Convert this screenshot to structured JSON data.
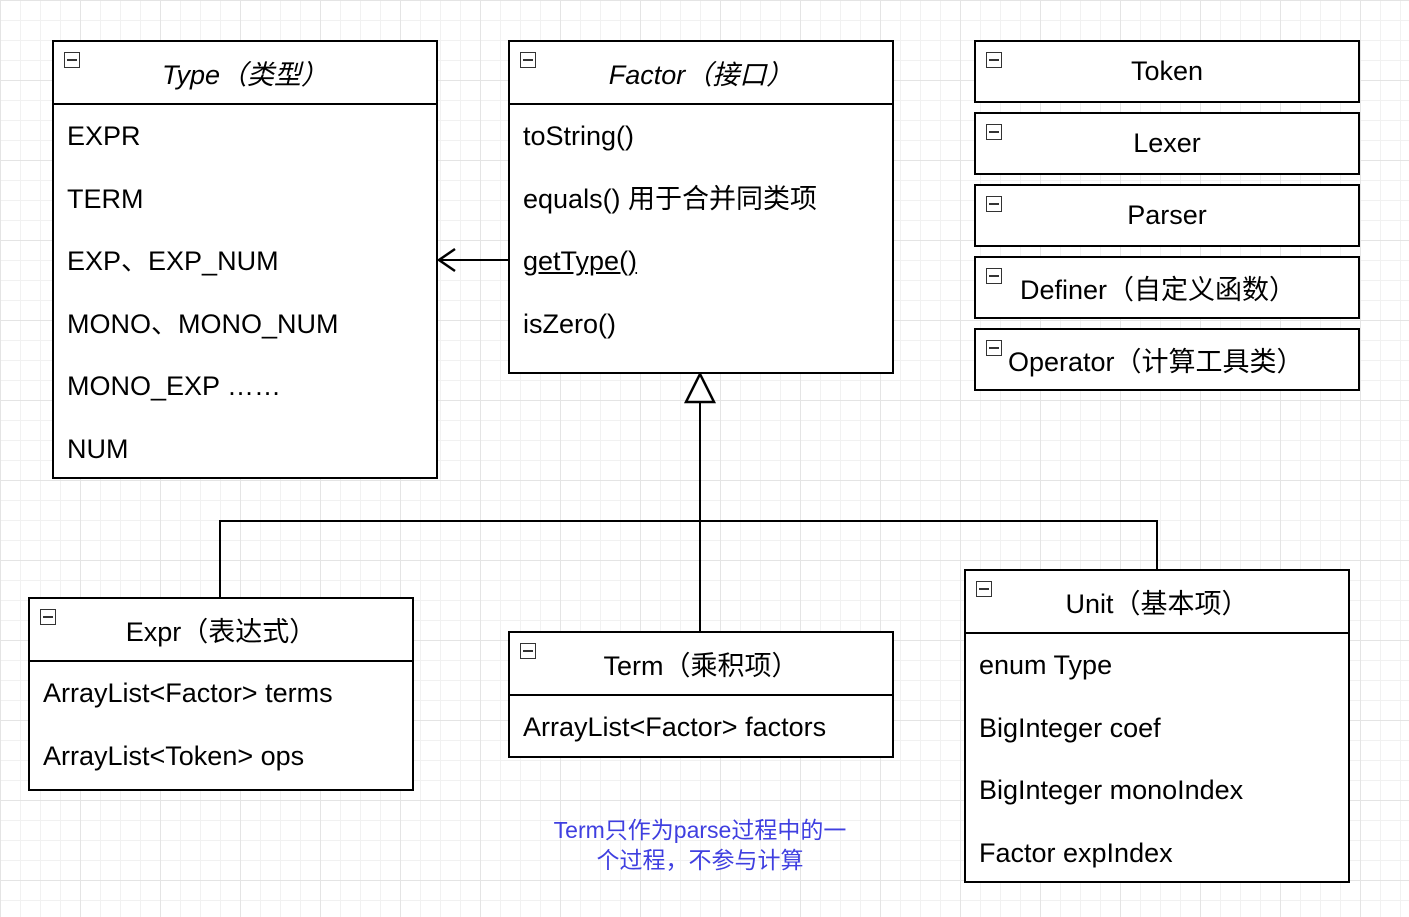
{
  "type_box": {
    "title": "Type（类型）",
    "items": [
      "EXPR",
      "TERM",
      "EXP、EXP_NUM",
      "MONO、MONO_NUM",
      "MONO_EXP ……",
      "NUM"
    ]
  },
  "factor_box": {
    "title": "Factor（接口）",
    "items": [
      "toString()",
      "equals() 用于合并同类项",
      "getType()",
      "isZero()"
    ]
  },
  "side_boxes": {
    "token": "Token",
    "lexer": "Lexer",
    "parser": "Parser",
    "definer": "Definer（自定义函数）",
    "operator": "Operator（计算工具类）"
  },
  "expr_box": {
    "title": "Expr（表达式）",
    "items": [
      "ArrayList<Factor> terms",
      "ArrayList<Token> ops"
    ]
  },
  "term_box": {
    "title": "Term（乘积项）",
    "items": [
      "ArrayList<Factor> factors"
    ]
  },
  "unit_box": {
    "title": "Unit（基本项）",
    "items": [
      "enum Type",
      "BigInteger coef",
      "BigInteger monoIndex",
      "Factor expIndex"
    ]
  },
  "note": {
    "line1": "Term只作为parse过程中的一",
    "line2": "个过程，不参与计算",
    "color": "#3f3fe0"
  }
}
